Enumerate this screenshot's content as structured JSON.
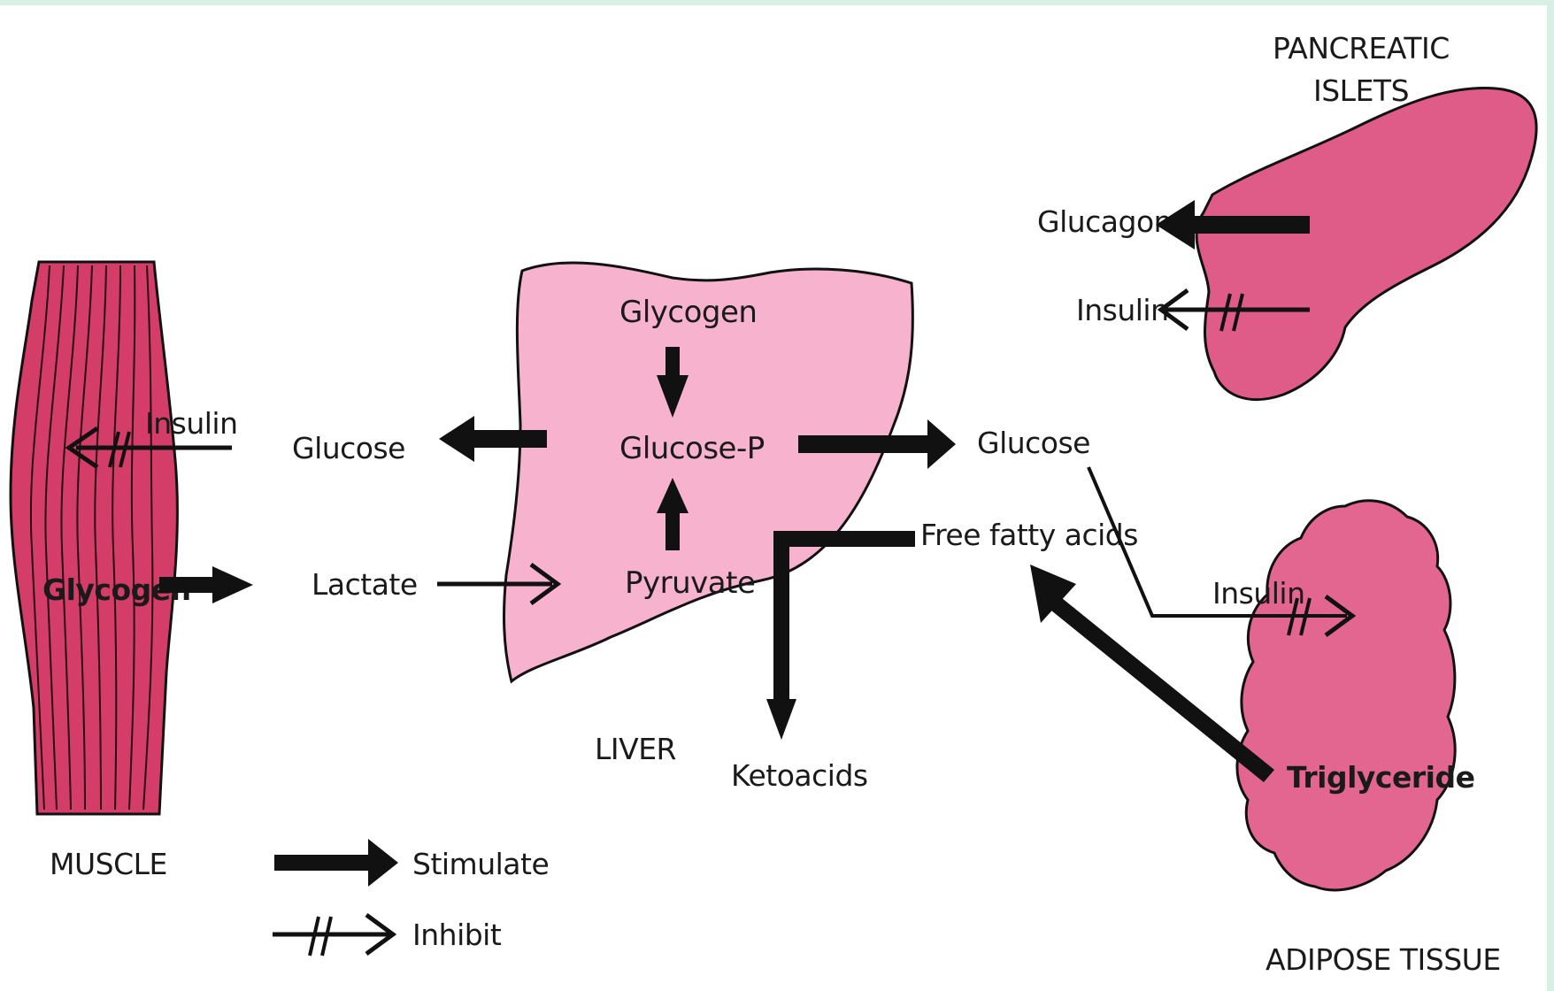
{
  "colors": {
    "muscle": "#d43d68",
    "liver": "#f7b3cd",
    "pancreas": "#de5c87",
    "adipose": "#e2668f",
    "ink": "#111111"
  },
  "organs": {
    "muscle": "MUSCLE",
    "liver": "LIVER",
    "pancreas_line1": "PANCREATIC",
    "pancreas_line2": "ISLETS",
    "adipose": "ADIPOSE TISSUE"
  },
  "labels": {
    "muscle_insulin": "Insulin",
    "muscle_glycogen": "Glycogen",
    "glucose_left": "Glucose",
    "lactate": "Lactate",
    "liver_glycogen": "Glycogen",
    "liver_glucose_p": "Glucose-P",
    "liver_pyruvate": "Pyruvate",
    "glucose_right": "Glucose",
    "free_fatty_acids": "Free fatty acids",
    "ketoacids": "Ketoacids",
    "glucagon": "Glucagon",
    "pancreas_insulin": "Insulin",
    "adipose_insulin": "Insulin",
    "triglyceride": "Triglyceride"
  },
  "legend": {
    "stimulate": "Stimulate",
    "inhibit": "Inhibit"
  }
}
